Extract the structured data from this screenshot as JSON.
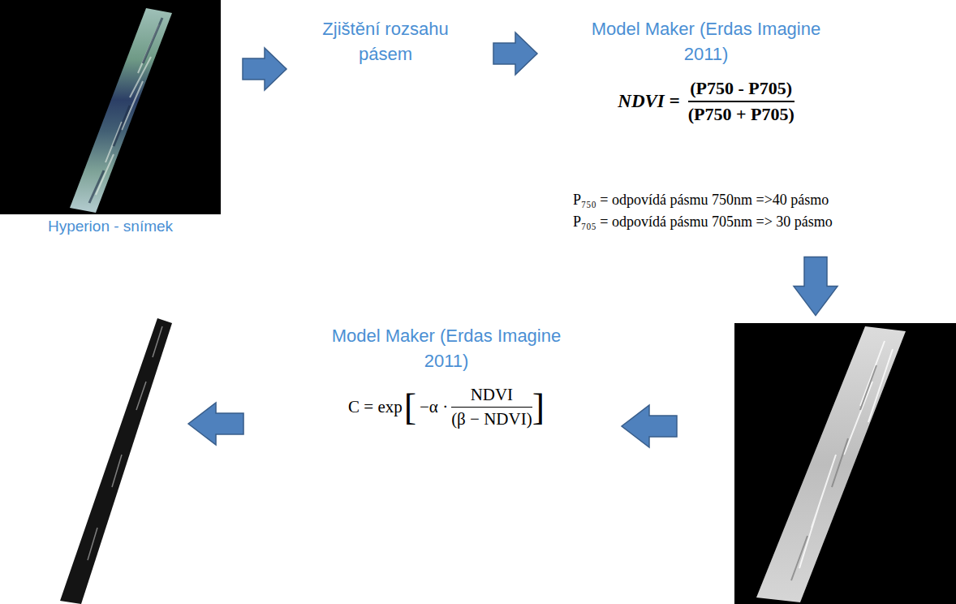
{
  "diagram": {
    "nodes": [
      {
        "text": [
          "Hyperion - snímek"
        ]
      },
      {
        "text": [
          "Zjištění rozsahu pásem"
        ]
      },
      {
        "text": [
          "Model Maker (Erdas Imagine 2011)",
          "NDVI =",
          "(P750 - P705)",
          "(P750 + P705)",
          "P₇₅₀ = odpovídá pásmu 750nm =>40 pásmo",
          "P₇₀₅ = odpovídá pásmu 705nm => 30 pásmo"
        ]
      },
      {
        "text": []
      },
      {
        "text": [
          "Model Maker (Erdas Imagine 2011)",
          "C = exp",
          "[",
          "−α ·",
          "NDVI",
          "(β − NDVI)",
          "]"
        ]
      },
      {
        "text": []
      }
    ],
    "edges": [
      {
        "from": 0,
        "to": 1,
        "arrow": "to"
      },
      {
        "from": 1,
        "to": 2,
        "arrow": "to"
      },
      {
        "from": 2,
        "to": 3,
        "arrow": "to"
      },
      {
        "from": 3,
        "to": 4,
        "arrow": "to"
      },
      {
        "from": 4,
        "to": 5,
        "arrow": "to"
      }
    ]
  }
}
